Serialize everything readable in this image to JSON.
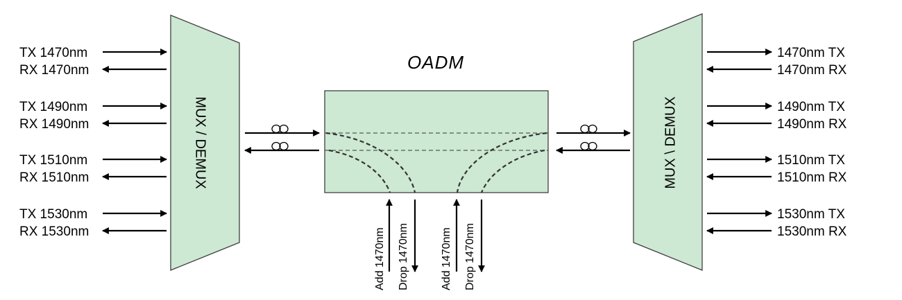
{
  "oadm": {
    "title": "OADM",
    "add_drop": [
      {
        "add": "Add 1470nm",
        "drop": "Drop 1470nm"
      },
      {
        "add": "Add 1470nm",
        "drop": "Drop 1470nm"
      }
    ]
  },
  "mux_left": {
    "label": "MUX / DEMUX"
  },
  "mux_right": {
    "label": "MUX \\ DEMUX"
  },
  "left_ports": [
    {
      "tx": "TX 1470nm",
      "rx": "RX 1470nm"
    },
    {
      "tx": "TX 1490nm",
      "rx": "RX 1490nm"
    },
    {
      "tx": "TX 1510nm",
      "rx": "RX 1510nm"
    },
    {
      "tx": "TX 1530nm",
      "rx": "RX 1530nm"
    }
  ],
  "right_ports": [
    {
      "tx": "1470nm TX",
      "rx": "1470nm RX"
    },
    {
      "tx": "1490nm TX",
      "rx": "1490nm RX"
    },
    {
      "tx": "1510nm TX",
      "rx": "1510nm RX"
    },
    {
      "tx": "1530nm TX",
      "rx": "1530nm RX"
    }
  ],
  "colors": {
    "box_fill": "#cde8d3",
    "box_stroke": "#404040",
    "line": "#000000"
  },
  "icons": {
    "fiber": "fiber-coil-icon",
    "arrow": "arrow-icon"
  }
}
